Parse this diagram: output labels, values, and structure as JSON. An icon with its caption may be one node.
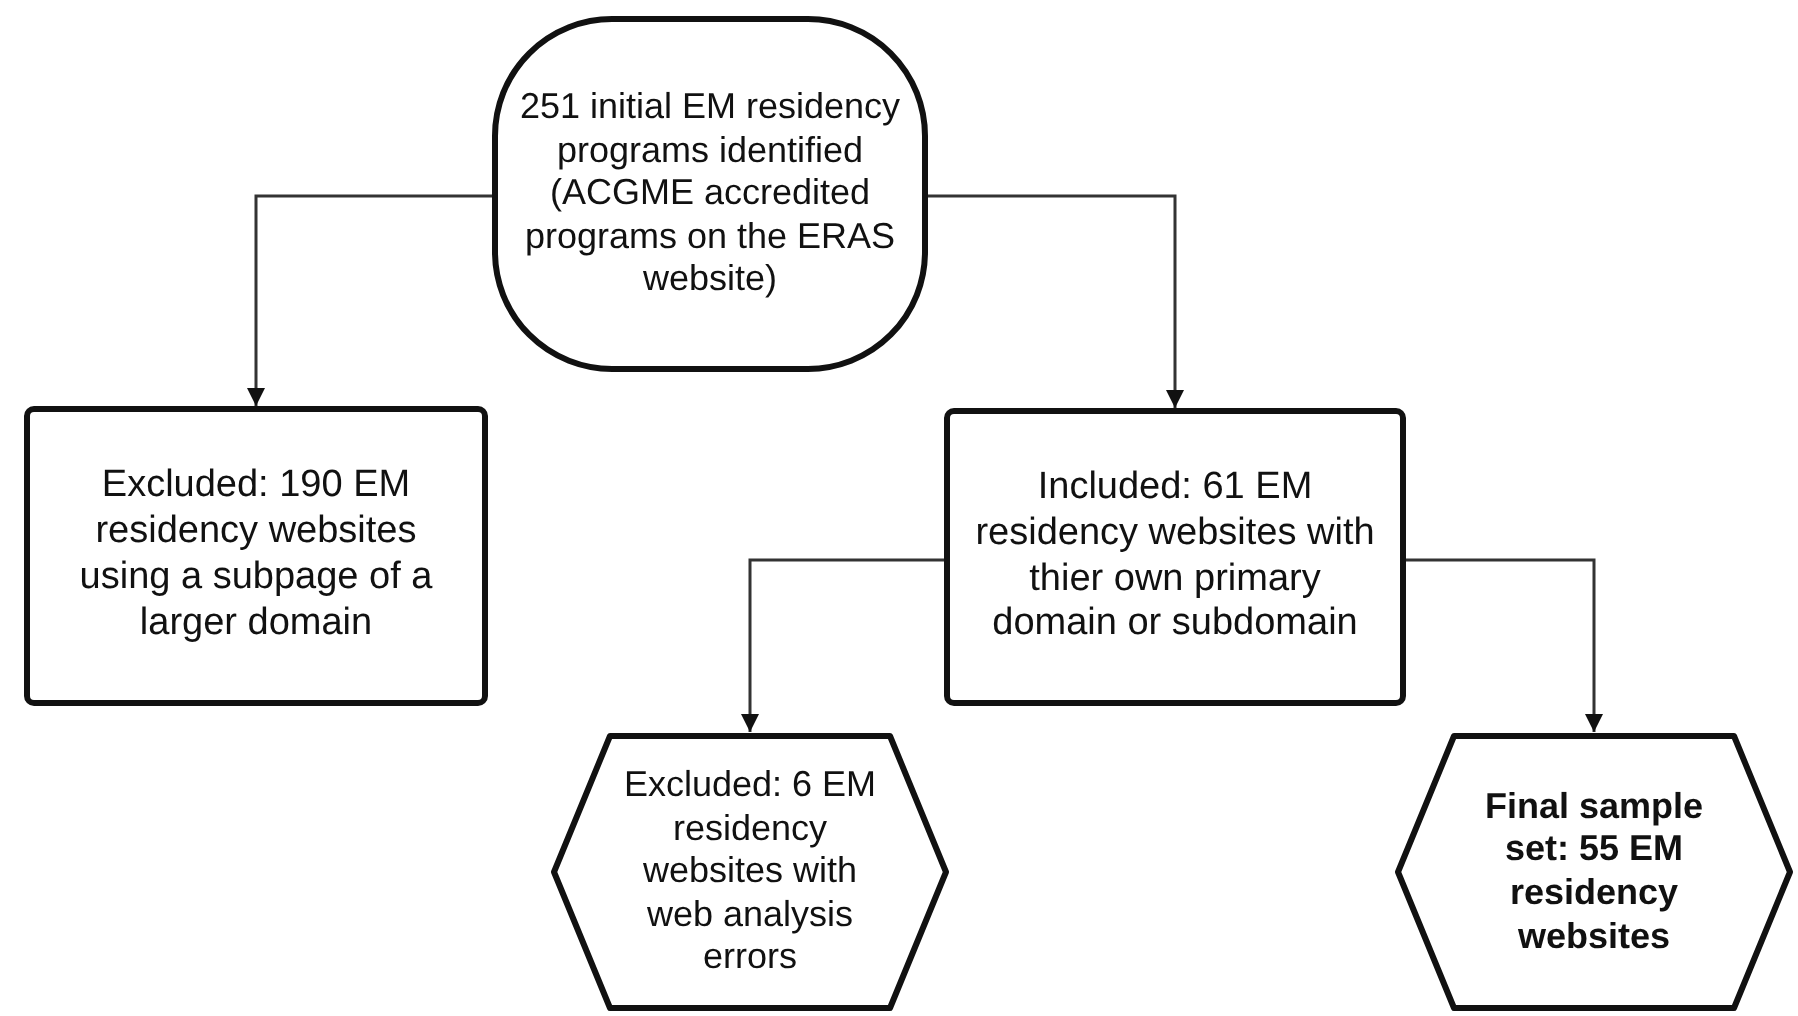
{
  "diagram": {
    "nodes": [
      {
        "text": [
          "251 initial EM residency programs identified (ACGME accredited programs on the ERAS website)"
        ]
      },
      {
        "text": [
          "Excluded: 190 EM residency websites using a subpage of a larger domain"
        ]
      },
      {
        "text": [
          "Included: 61 EM residency websites with thier own primary domain or subdomain"
        ]
      },
      {
        "text": [
          "Excluded: 6 EM residency websites with web analysis errors"
        ]
      },
      {
        "text": [
          "Final sample set: 55 EM residency websites"
        ]
      }
    ],
    "edges": [
      {
        "from": 0,
        "to": 1,
        "arrow": "to"
      },
      {
        "from": 0,
        "to": 2,
        "arrow": "to"
      },
      {
        "from": 2,
        "to": 3,
        "arrow": "to"
      },
      {
        "from": 2,
        "to": 4,
        "arrow": "to"
      }
    ]
  }
}
